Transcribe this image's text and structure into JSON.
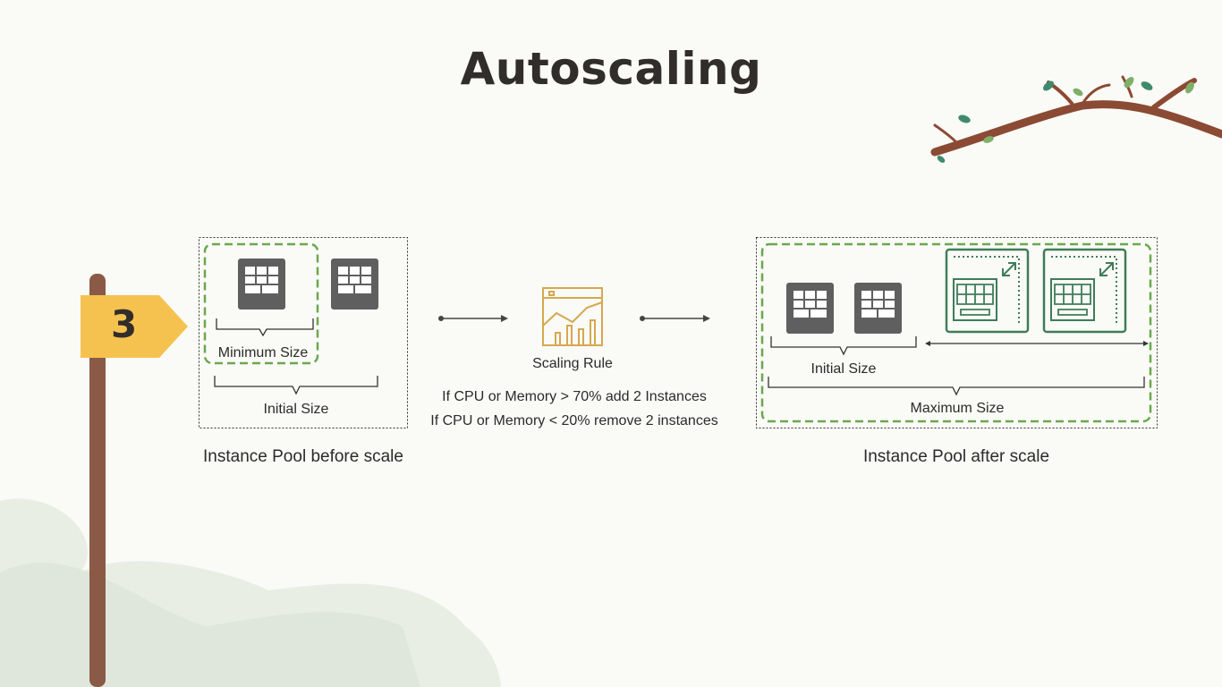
{
  "title": "Autoscaling",
  "step": {
    "number": "3"
  },
  "before_pool": {
    "caption": "Instance Pool before scale",
    "minimum_size_label": "Minimum Size",
    "initial_size_label": "Initial Size"
  },
  "scaling_rule": {
    "label": "Scaling Rule",
    "rules": [
      "If CPU or Memory > 70% add 2 Instances",
      "If CPU or Memory < 20% remove 2 instances"
    ]
  },
  "after_pool": {
    "caption": "Instance Pool after scale",
    "initial_size_label": "Initial Size",
    "maximum_size_label": "Maximum Size"
  },
  "icons": {
    "instance": "compute-instance-icon",
    "new_instance": "scaled-instance-icon",
    "scaling_rule": "scaling-rule-chart-icon"
  },
  "colors": {
    "instance_gray": "#5f5f5f",
    "pool_dash_green": "#6aa84f",
    "new_instance_green": "#3f7d58",
    "rule_gold": "#d6a84e",
    "signpost_yellow": "#f6c24f",
    "post_brown": "#8a5a47"
  }
}
